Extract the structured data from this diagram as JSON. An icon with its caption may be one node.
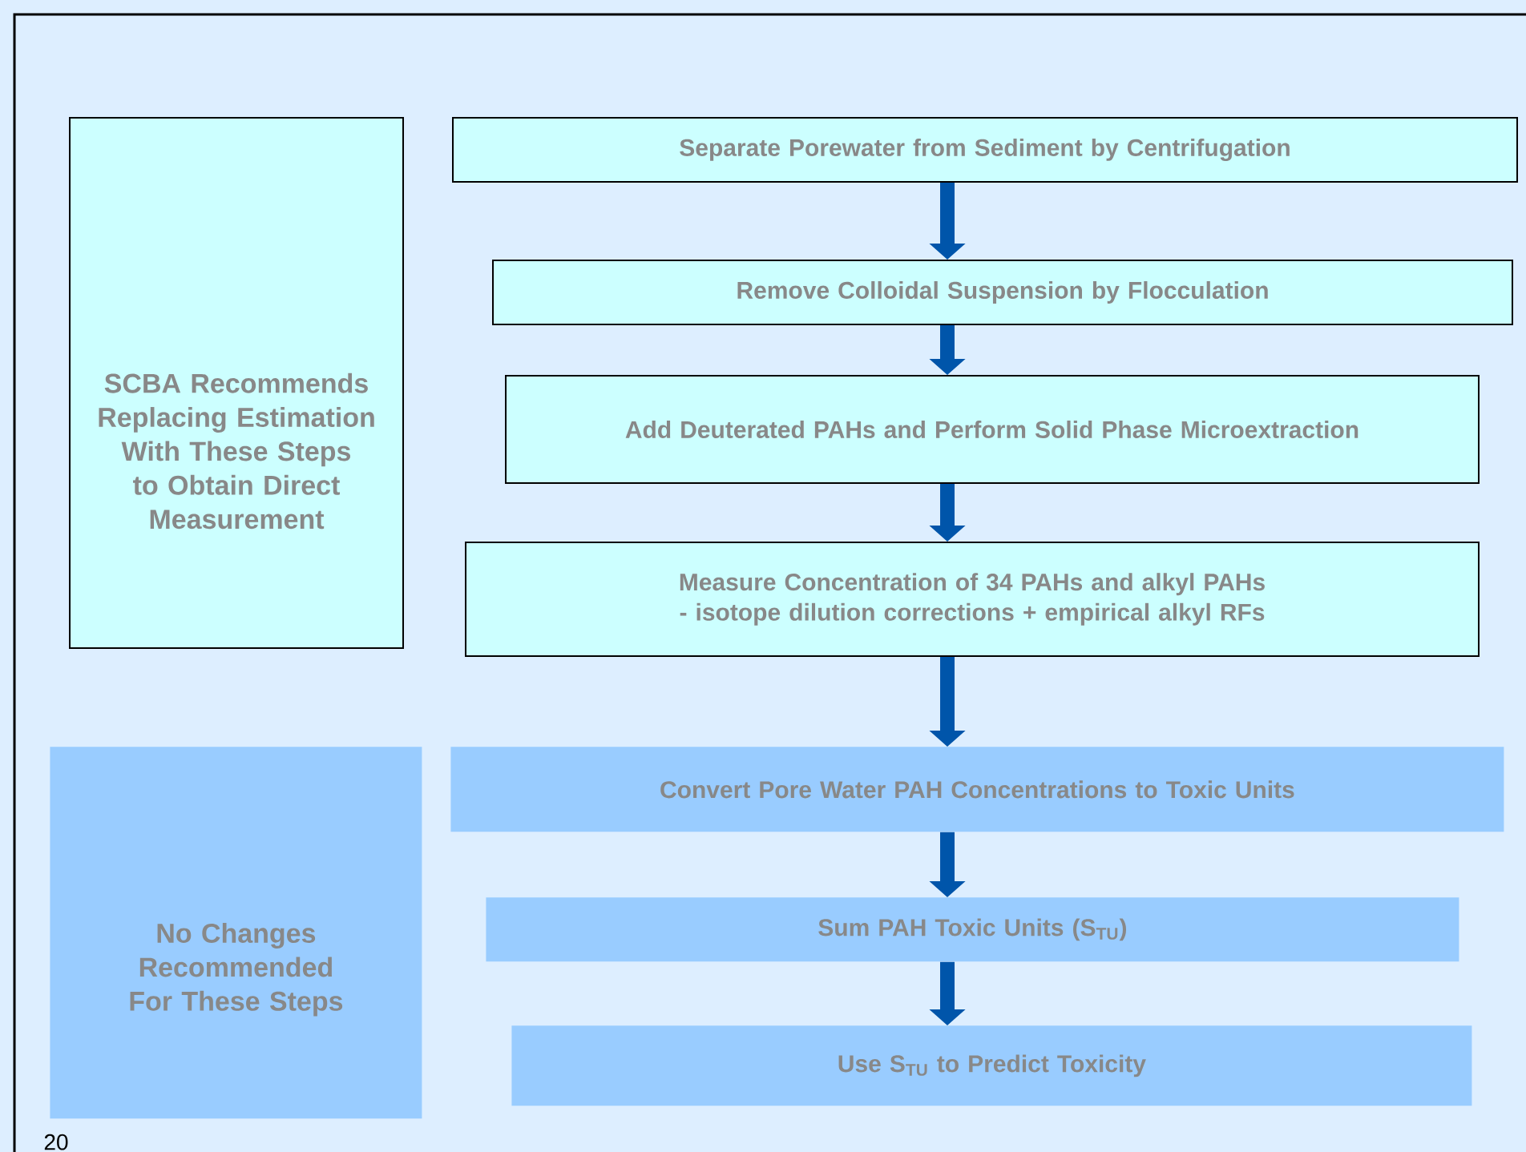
{
  "diagram": {
    "nodes": [
      {
        "text": [
          "SCBA Recommends Replacing Estimation With These Steps to Obtain Direct Measurement"
        ]
      },
      {
        "text": [
          "Separate Porewater from Sediment by Centrifugation"
        ]
      },
      {
        "text": [
          "Remove Colloidal Suspension  by Flocculation"
        ]
      },
      {
        "text": [
          "Add Deuterated PAHs and Perform Solid Phase Microextraction"
        ]
      },
      {
        "text": [
          "Measure Concentration of 34 PAHs and alkyl PAHs - isotope dilution corrections + empirical alkyl RFs"
        ]
      },
      {
        "text": [
          "No Changes Recommended For These Steps"
        ]
      },
      {
        "text": [
          "Convert Pore Water PAH Concentrations to Toxic Units"
        ]
      },
      {
        "text": [
          "Sum PAH Toxic Units (S$_{TU}$)"
        ]
      },
      {
        "text": [
          "Use S$_{TU}$ to Predict Toxicity"
        ]
      }
    ],
    "edges": [
      {
        "from": 1,
        "to": 2,
        "arrow": "to"
      },
      {
        "from": 2,
        "to": 3,
        "arrow": "to"
      },
      {
        "from": 3,
        "to": 4,
        "arrow": "to"
      },
      {
        "from": 4,
        "to": 6,
        "arrow": "to"
      },
      {
        "from": 6,
        "to": 7,
        "arrow": "to"
      },
      {
        "from": 7,
        "to": 8,
        "arrow": "to"
      }
    ],
    "labels": [
      "20"
    ]
  }
}
